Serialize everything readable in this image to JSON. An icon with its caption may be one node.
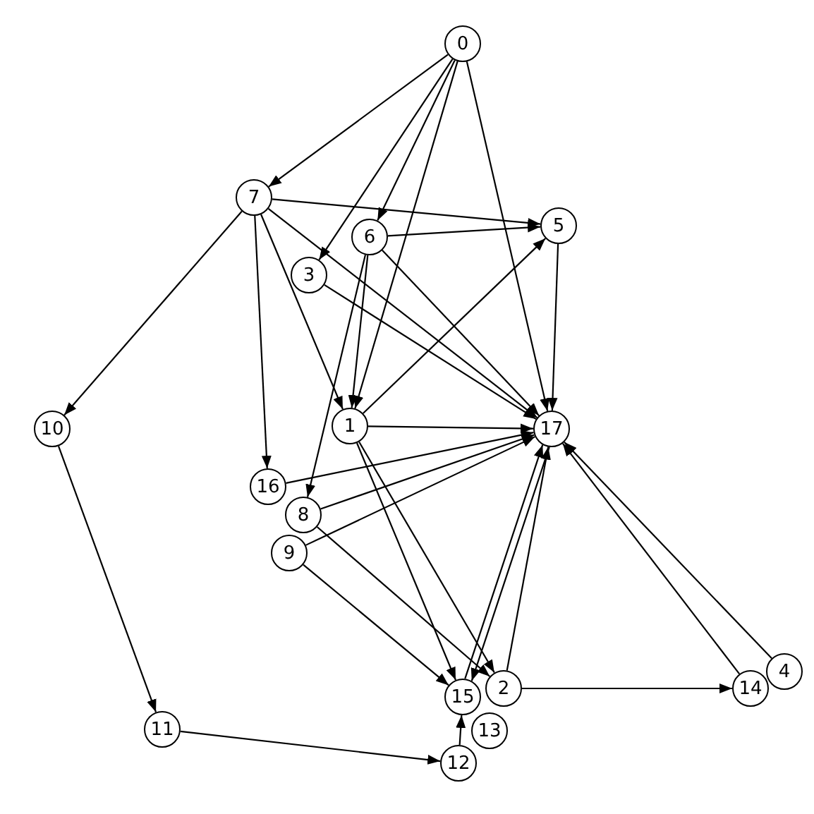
{
  "diagram": {
    "nodes": [
      {
        "text": [
          "0"
        ]
      },
      {
        "text": [
          "1"
        ]
      },
      {
        "text": [
          "2"
        ]
      },
      {
        "text": [
          "3"
        ]
      },
      {
        "text": [
          "4"
        ]
      },
      {
        "text": [
          "5"
        ]
      },
      {
        "text": [
          "6"
        ]
      },
      {
        "text": [
          "7"
        ]
      },
      {
        "text": [
          "8"
        ]
      },
      {
        "text": [
          "9"
        ]
      },
      {
        "text": [
          "10"
        ]
      },
      {
        "text": [
          "11"
        ]
      },
      {
        "text": [
          "12"
        ]
      },
      {
        "text": [
          "13"
        ]
      },
      {
        "text": [
          "14"
        ]
      },
      {
        "text": [
          "15"
        ]
      },
      {
        "text": [
          "16"
        ]
      },
      {
        "text": [
          "17"
        ]
      }
    ],
    "edges": [
      {
        "from": 0,
        "to": 7,
        "arrow": "to"
      },
      {
        "from": 0,
        "to": 6,
        "arrow": "to"
      },
      {
        "from": 0,
        "to": 3,
        "arrow": "to"
      },
      {
        "from": 0,
        "to": 1,
        "arrow": "to"
      },
      {
        "from": 0,
        "to": 17,
        "arrow": "to"
      },
      {
        "from": 7,
        "to": 10,
        "arrow": "to"
      },
      {
        "from": 7,
        "to": 5,
        "arrow": "to"
      },
      {
        "from": 6,
        "to": 5,
        "arrow": "to"
      },
      {
        "from": 7,
        "to": 16,
        "arrow": "to"
      },
      {
        "from": 6,
        "to": 8,
        "arrow": "to"
      },
      {
        "from": 7,
        "to": 1,
        "arrow": "to"
      },
      {
        "from": 6,
        "to": 1,
        "arrow": "to"
      },
      {
        "from": 7,
        "to": 17,
        "arrow": "to"
      },
      {
        "from": 6,
        "to": 17,
        "arrow": "to"
      },
      {
        "from": 3,
        "to": 17,
        "arrow": "to"
      },
      {
        "from": 5,
        "to": 17,
        "arrow": "to"
      },
      {
        "from": 1,
        "to": 17,
        "arrow": "to"
      },
      {
        "from": 1,
        "to": 5,
        "arrow": "to"
      },
      {
        "from": 16,
        "to": 17,
        "arrow": "to"
      },
      {
        "from": 8,
        "to": 17,
        "arrow": "to"
      },
      {
        "from": 9,
        "to": 17,
        "arrow": "to"
      },
      {
        "from": 9,
        "to": 15,
        "arrow": "to"
      },
      {
        "from": 8,
        "to": 2,
        "arrow": "to"
      },
      {
        "from": 1,
        "to": 15,
        "arrow": "to"
      },
      {
        "from": 1,
        "to": 2,
        "arrow": "to"
      },
      {
        "from": 15,
        "to": 17,
        "arrow": "to"
      },
      {
        "from": 2,
        "to": 17,
        "arrow": "to"
      },
      {
        "from": 17,
        "to": 15,
        "arrow": "to"
      },
      {
        "from": 2,
        "to": 14,
        "arrow": "to"
      },
      {
        "from": 14,
        "to": 17,
        "arrow": "to"
      },
      {
        "from": 4,
        "to": 17,
        "arrow": "to"
      },
      {
        "from": 10,
        "to": 11,
        "arrow": "to"
      },
      {
        "from": 11,
        "to": 12,
        "arrow": "to"
      },
      {
        "from": 12,
        "to": 15,
        "arrow": "to"
      }
    ]
  }
}
